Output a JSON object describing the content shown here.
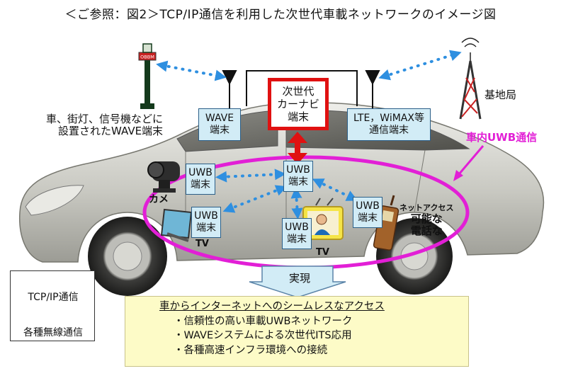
{
  "title": "＜ご参照：図2＞TCP/IP通信を利用した次世代車載ネットワークのイメージ図",
  "car_nav": [
    "次世代",
    "カーナビ",
    "端末"
  ],
  "wave_terminal": [
    "WAVE",
    "端末"
  ],
  "lte_terminal": [
    "LTE，WiMAX等",
    "通信端末"
  ],
  "roadside_label": [
    "車、街灯、信号機などに",
    "設置されたWAVE端末"
  ],
  "base_station": "基地局",
  "in_car_uwb": "車内UWB通信",
  "uwb_terminals": [
    [
      "UWB",
      "端末"
    ],
    [
      "UWB",
      "端末"
    ],
    [
      "UWB",
      "端末"
    ],
    [
      "UWB",
      "端末"
    ],
    [
      "UWB",
      "端末"
    ]
  ],
  "camera_label": "カメ",
  "tv_label_left": "TV",
  "tv_label_center": "TV",
  "phone_labels": [
    "ネットアクセス",
    "可能な",
    "電話な"
  ],
  "jitsugen": "実現",
  "summary": {
    "heading": "車からインターネットへのシームレスなアクセス",
    "bullets": [
      "・信頼性の高い車載UWBネットワーク",
      "・WAVEシステムによる次世代ITS応用",
      "・各種高速インフラ環境への接続"
    ]
  },
  "legend": {
    "tcpip": "TCP/IP通信",
    "wireless": "各種無線通信"
  },
  "sign_text": "OBBM",
  "colors": {
    "tcpip_arrow": "#e01111",
    "wireless_arrow": "#2e8fe0",
    "uwb_ring": "#e21fd6",
    "box_fill": "#d2ecf6",
    "summary_fill": "#fdfbc7"
  }
}
